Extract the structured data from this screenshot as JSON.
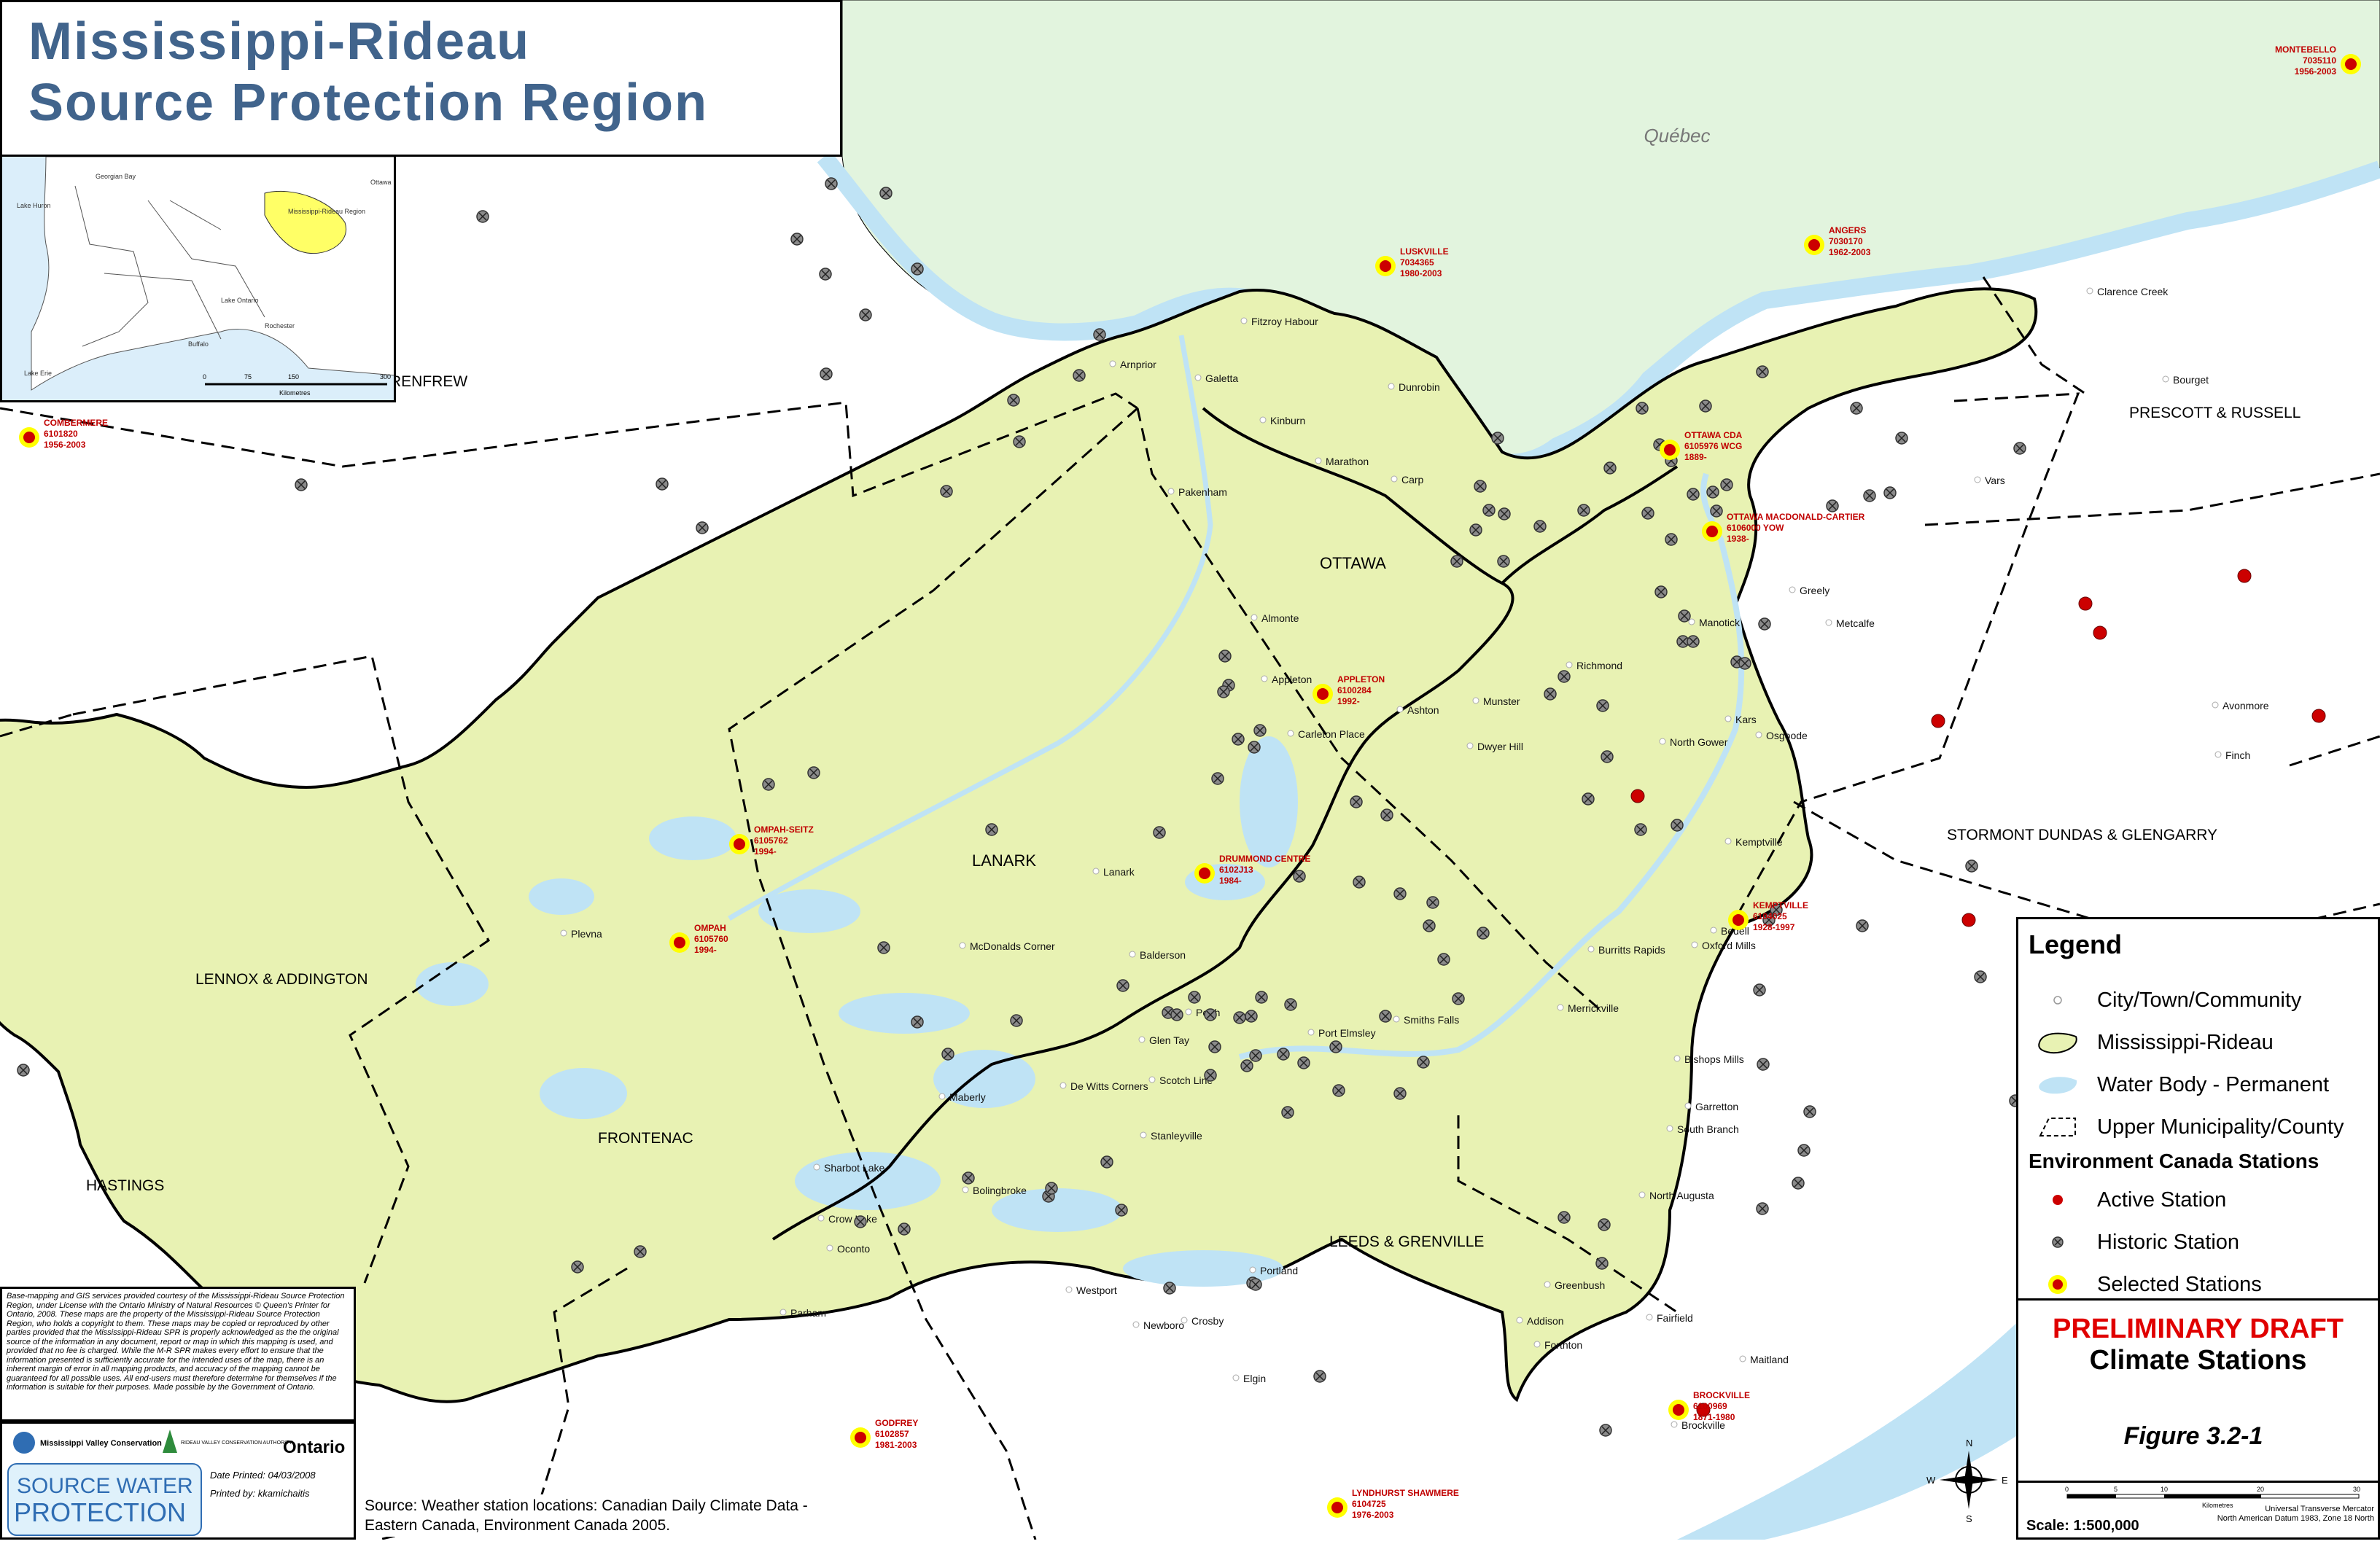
{
  "title": {
    "line1": "Mississippi-Rideau",
    "line2": "Source Protection Region"
  },
  "inset": {
    "labels": {
      "georgian_bay": "Georgian Bay",
      "lake_huron": "Lake Huron",
      "lake_ontario": "Lake Ontario",
      "lake_erie": "Lake Erie",
      "rochester": "Rochester",
      "buffalo": "Buffalo",
      "ottawa": "Ottawa",
      "region": "Mississippi-Rideau Region"
    },
    "scale_ticks": [
      "0",
      "75",
      "150",
      "300"
    ],
    "scale_unit": "Kilometres"
  },
  "areas": {
    "quebec": "Québec",
    "renfrew": "RENFREW",
    "ottawa": "OTTAWA",
    "lanark": "LANARK",
    "prescott_russell": "PRESCOTT & RUSSELL",
    "stormont": "STORMONT DUNDAS & GLENGARRY",
    "lennox": "LENNOX & ADDINGTON",
    "frontenac": "FRONTENAC",
    "hastings": "HASTINGS",
    "leeds": "LEEDS & GRENVILLE"
  },
  "communities": [
    "Fitzroy Habour",
    "Arnprior",
    "Galetta",
    "Kinburn",
    "Dunrobin",
    "Marathon",
    "Carp",
    "Pakenham",
    "Almonte",
    "Appleton",
    "Ashton",
    "Munster",
    "Dwyer Hill",
    "Richmond",
    "Carleton Place",
    "North Gower",
    "Kars",
    "Osgoode",
    "Manotick",
    "Greely",
    "Metcalfe",
    "Vars",
    "Bourget",
    "Clarence Creek",
    "Avonmore",
    "Finch",
    "Lanark",
    "Plevna",
    "McDonalds Corner",
    "Balderson",
    "Perth",
    "Glen Tay",
    "Port Elmsley",
    "Smiths Falls",
    "Scotch Line",
    "De Witts Corners",
    "Stanleyville",
    "Maberly",
    "Sharbot Lake",
    "Bolingbroke",
    "Crow Lake",
    "Oconto",
    "Parham",
    "Westport",
    "Newboro",
    "Crosby",
    "Portland",
    "Elgin",
    "Kemptville",
    "Bedell",
    "Oxford Mills",
    "Burritts Rapids",
    "Merrickville",
    "Bishops Mills",
    "Garretton",
    "South Branch",
    "North Augusta",
    "Greenbush",
    "Addison",
    "Forthton",
    "Fairfield",
    "Maitland",
    "Brockville"
  ],
  "selected_stations": [
    {
      "name": "MONTEBELLO",
      "id": "7035110",
      "years": "1956-2003"
    },
    {
      "name": "LUSKVILLE",
      "id": "7034365",
      "years": "1980-2003"
    },
    {
      "name": "ANGERS",
      "id": "7030170",
      "years": "1962-2003"
    },
    {
      "name": "COMBERMERE",
      "id": "6101820",
      "years": "1956-2003"
    },
    {
      "name": "OTTAWA CDA",
      "id": "6105976 WCG",
      "years": "1889-"
    },
    {
      "name": "OTTAWA MACDONALD-CARTIER",
      "id": "6106000 YOW",
      "years": "1938-"
    },
    {
      "name": "APPLETON",
      "id": "6100284",
      "years": "1992-"
    },
    {
      "name": "OMPAH-SEITZ",
      "id": "6105762",
      "years": "1994-"
    },
    {
      "name": "DRUMMOND CENTRE",
      "id": "6102J13",
      "years": "1984-"
    },
    {
      "name": "OMPAH",
      "id": "6105760",
      "years": "1994-"
    },
    {
      "name": "KEMPTVILLE",
      "id": "6104025",
      "years": "1928-1997"
    },
    {
      "name": "GODFREY",
      "id": "6102857",
      "years": "1981-2003"
    },
    {
      "name": "BROCKVILLE",
      "id": "6100969",
      "years": "1871-1980"
    },
    {
      "name": "LYNDHURST SHAWMERE",
      "id": "6104725",
      "years": "1976-2003"
    }
  ],
  "legend": {
    "title": "Legend",
    "items": [
      "City/Town/Community",
      "Mississippi-Rideau",
      "Water Body - Permanent",
      "Upper Municipality/County"
    ],
    "ec_title": "Environment Canada Stations",
    "ec_items": [
      "Active Station",
      "Historic Station",
      "Selected Stations"
    ]
  },
  "draft": {
    "title": "PRELIMINARY DRAFT",
    "subtitle": "Climate Stations"
  },
  "figure": "Figure 3.2-1",
  "scale": {
    "label": "Scale:  1:500,000",
    "ticks": [
      "0",
      "5",
      "10",
      "20",
      "30"
    ],
    "unit": "Kilometres"
  },
  "projection": {
    "line1": "Universal Transverse Mercator",
    "line2": "North American Datum 1983, Zone 18 North"
  },
  "compass": {
    "n": "N",
    "s": "S",
    "e": "E",
    "w": "W"
  },
  "disclaimer": "Base-mapping and GIS services provided courtesy of the Mississippi-Rideau Source Protection Region, under License with the Ontario Ministry of Natural Resources © Queen's Printer for Ontario, 2008. These maps are the property of the Mississippi-Rideau Source Protection Region, who holds a copyright to them. These maps may be copied or reproduced by other parties provided that the Mississippi-Rideau SPR is properly acknowledged as the the original source of the information in any document, report or map in which this mapping is used, and provided that no fee is charged. While the M-R SPR makes every effort to ensure that the information presented is sufficiently accurate for the intended uses of the map, there is an inherent margin of error in all mapping products, and accuracy of the mapping cannot be guaranteed for all possible uses. All end-users must therefore determine for themselves if the information is suitable for their purposes. Made possible by the Government of Ontario.",
  "logos": {
    "mvc": "Mississippi Valley Conservation",
    "rvca": "RIDEAU VALLEY CONSERVATION AUTHORITY",
    "ontario": "Ontario",
    "swp1": "SOURCE WATER",
    "swp2": "PROTECTION"
  },
  "print_info": {
    "date": "Date Printed: 04/03/2008",
    "by": "Printed by: kkamichaitis"
  },
  "source": "Source: Weather station locations: Canadian Daily Climate Data - Eastern Canada, Environment Canada 2005.",
  "colors": {
    "region": "#e8f2b3",
    "water": "#bfe3f5",
    "quebec": "#e2f4de",
    "title": "#41648c",
    "station_red": "#cc0000",
    "selected_yellow": "#ffff00",
    "draft_red": "#e00000"
  }
}
